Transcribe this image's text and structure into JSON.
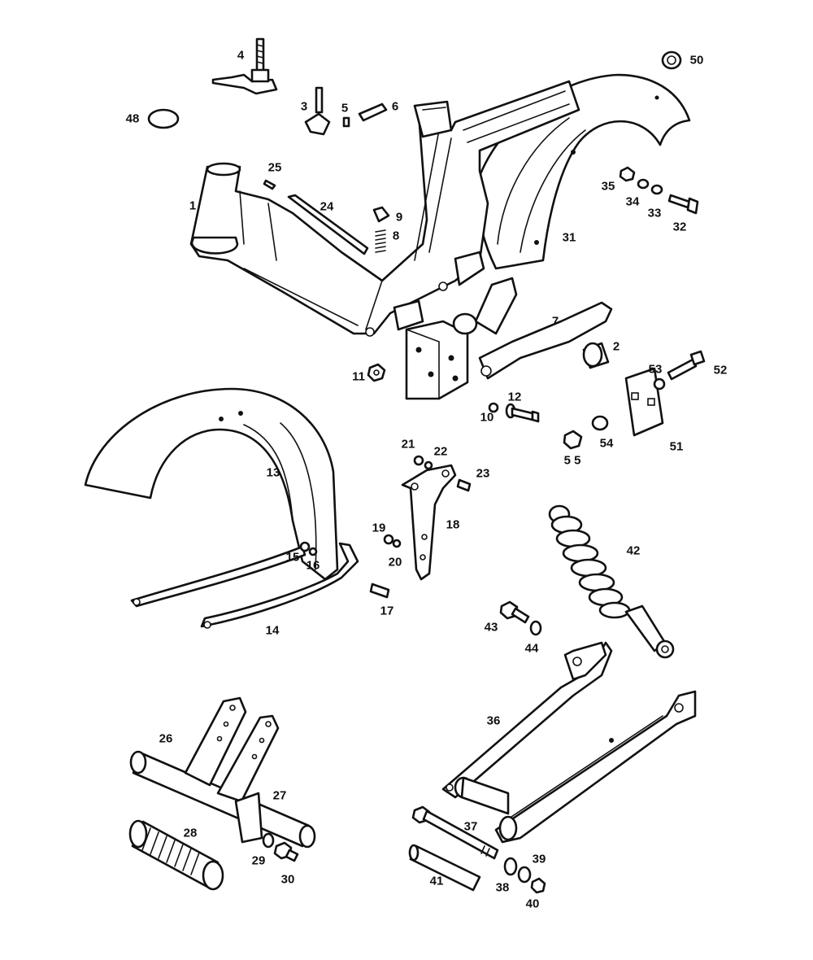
{
  "callouts": {
    "n1": "1",
    "n2": "2",
    "n3": "3",
    "n4": "4",
    "n5": "5",
    "n6": "6",
    "n7": "7",
    "n8": "8",
    "n9": "9",
    "n10": "10",
    "n11": "11",
    "n12": "12",
    "n13": "13",
    "n14": "14",
    "n15": "15",
    "n16": "16",
    "n17": "17",
    "n18": "18",
    "n19": "19",
    "n20": "20",
    "n21": "21",
    "n22": "22",
    "n23": "23",
    "n24": "24",
    "n25": "25",
    "n26": "26",
    "n27": "27",
    "n28": "28",
    "n29": "29",
    "n30": "30",
    "n31": "31",
    "n32": "32",
    "n33": "33",
    "n34": "34",
    "n35": "35",
    "n36": "36",
    "n37": "37",
    "n38": "38",
    "n39": "39",
    "n40": "40",
    "n41": "41",
    "n42": "42",
    "n43": "43",
    "n44": "44",
    "n48": "48",
    "n50": "50",
    "n51": "51",
    "n52": "52",
    "n53": "53",
    "n54": "54",
    "n55": "5 5"
  },
  "colors": {
    "ink": "#111111",
    "paper": "#ffffff"
  }
}
